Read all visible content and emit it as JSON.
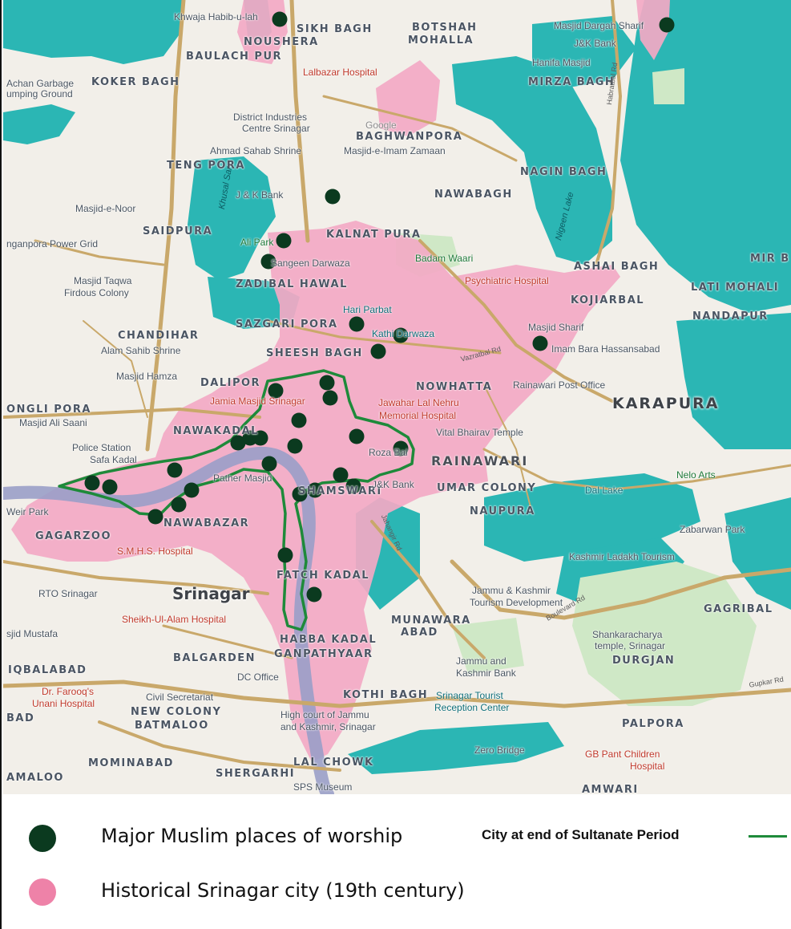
{
  "colors": {
    "land": "#f2efe9",
    "water": "#2bb6b4",
    "historical_area": "#f3a9c4",
    "sultanate_boundary": "#1e8a3a",
    "worship_marker": "#0b3a1f",
    "legend_pink": "#ee82a8",
    "river": "#9a9fc8",
    "road": "#c9a86a",
    "park": "#cfe8c6"
  },
  "map": {
    "places": [
      "SIKH BAGH",
      "BOTSHAH",
      "MOHALLA",
      "NOUSHERA",
      "BAULACH PUR",
      "KOKER BAGH",
      "MIRZA BAGH",
      "BAGHWANPORA",
      "TENG PORA",
      "NAGIN BAGH",
      "NAWABAGH",
      "SAIDPURA",
      "KALNAT PURA",
      "ZADIBAL HAWAL",
      "ASHAI BAGH",
      "MIR B",
      "LATI MOHALI",
      "KOJIARBAL",
      "NANDAPUR",
      "SAZGARI PORA",
      "CHANDIHAR",
      "SHEESH BAGH",
      "DALIPOR",
      "NOWHATTA",
      "ONGLI PORA",
      "NAWAKADAL",
      "RAINAWARI",
      "UMAR COLONY",
      "NAUPURA",
      "SHAMSWARI",
      "NAWABAZAR",
      "GAGARZOO",
      "FATCH KADAL",
      "MUNAWARA",
      "ABAD",
      "HABBA KADAL",
      "GANPATHYAAR",
      "BALGARDEN",
      "IQBALABAD",
      "GAGRIBAL",
      "DURGJAN",
      "KOTHI BAGH",
      "NEW COLONY",
      "BATMALOO",
      "PALPORA",
      "BAD",
      "MOMINABAD",
      "SHERGARHI",
      "LAL CHOWK",
      "AMALOO",
      "AMWARI"
    ],
    "cities": [
      "KARAPURA",
      "Srinagar"
    ],
    "pois": [
      "Khwaja Habib-u-lah",
      "Masjid Dargah Sharif",
      "Hanifa Masjid",
      "J&K Bank",
      "Achan Garbage",
      "umping Ground",
      "Lalbazar Hospital",
      "District Industries",
      "Centre Srinagar",
      "Ahmad Sahab Shrine",
      "Masjid-e-Imam Zamaan",
      "Google",
      "J & K Bank",
      "Masjid-e-Noor",
      "nganpora Power Grid",
      "Ali Park",
      "Sangeen Darwaza",
      "Badam Waari",
      "Psychiatric Hospital",
      "Masjid Taqwa",
      "Firdous Colony",
      "Hari Parbat",
      "Kathi Darwaza",
      "Masjid Sharif",
      "Imam Bara Hassansabad",
      "Alam Sahib Shrine",
      "Masjid Hamza",
      "Jamia Masjid Srinagar",
      "Jawahar Lal Nehru",
      "Memorial Hospital",
      "Rainawari Post Office",
      "Masjid Ali Saani",
      "Police Station",
      "Safa Kadal",
      "Vital Bhairav Temple",
      "Roza Bal",
      "J&K Bank",
      "Weir Park",
      "Pather Masjid",
      "Dal Lake",
      "Nelo Arts",
      "Zabarwan Park",
      "S.M.H.S. Hospital",
      "Kashmir Ladakh Tourism",
      "Jammu & Kashmir",
      "Tourism Development",
      "RTO Srinagar",
      "Sheikh-Ul-Alam Hospital",
      "sjid Mustafa",
      "Shankaracharya",
      "temple, Srinagar",
      "Jammu and",
      "Kashmir Bank",
      "DC Office",
      "Dr. Farooq's",
      "Unani Hospital",
      "Civil Secretariat",
      "Srinagar Tourist",
      "Reception Center",
      "High court of Jammu",
      "and Kashmir, Srinagar",
      "Zero Bridge",
      "GB Pant Children",
      "Hospital",
      "SPS Museum"
    ],
    "water_labels": [
      "Khusal Sar",
      "Nigeen Lake"
    ],
    "road_labels": [
      "Habratbal Rd",
      "Vazratbal Rd",
      "Gupkar Rd",
      "Boulevard Rd",
      "Jahangir Rd"
    ]
  },
  "legend": {
    "worship": "Major Muslim places of worship",
    "historical": "Historical Srinagar city (19th century)",
    "sultanate": "City at end of Sultanate Period"
  }
}
